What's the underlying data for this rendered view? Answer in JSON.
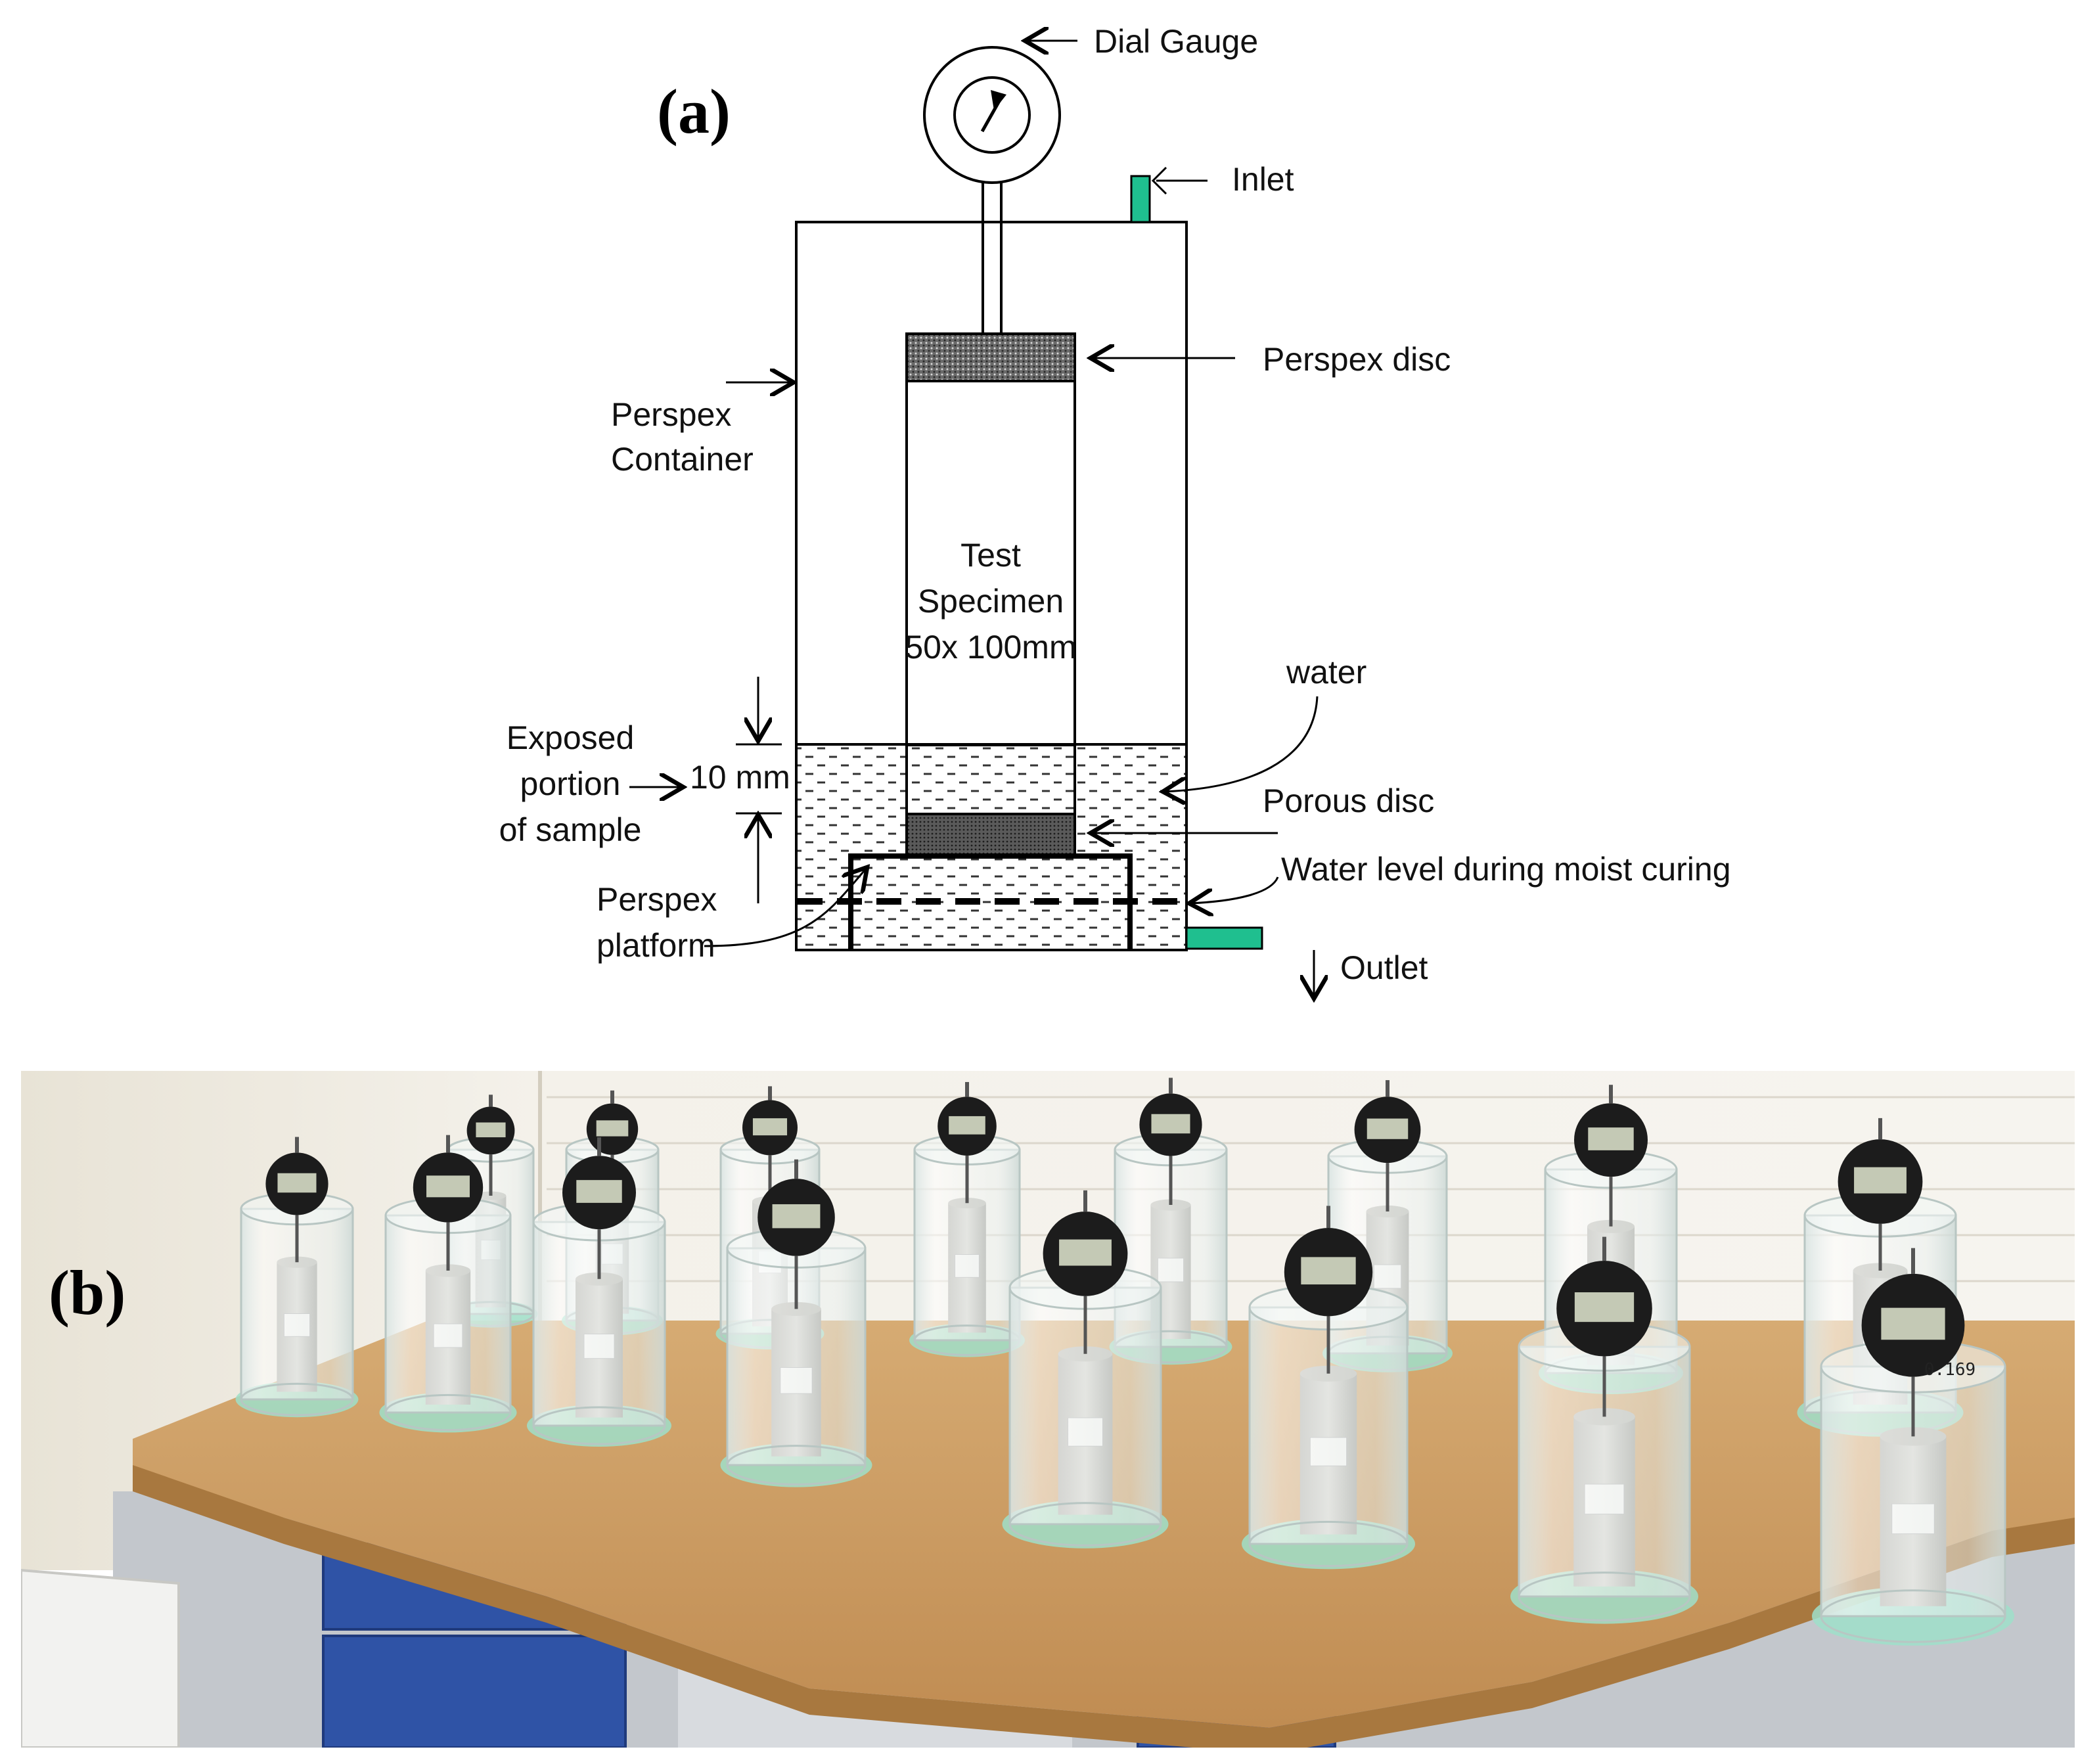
{
  "figure": {
    "panel_a_label": "(a)",
    "panel_b_label": "(b)"
  },
  "diagram": {
    "labels": {
      "dial_gauge": "Dial Gauge",
      "inlet": "Inlet",
      "perspex_disc": "Perspex disc",
      "perspex_container_line1": "Perspex",
      "perspex_container_line2": "Container",
      "test_specimen_line1": "Test",
      "test_specimen_line2": "Specimen",
      "test_specimen_line3": "50x 100mm",
      "water": "water",
      "exposed_line1": "Exposed",
      "exposed_line2": "portion",
      "exposed_line3": "of sample",
      "ten_mm": "10 mm",
      "porous_disc": "Porous disc",
      "water_level": "Water level during moist curing",
      "perspex_platform_line1": "Perspex",
      "perspex_platform_line2": "platform",
      "outlet": "Outlet"
    },
    "colors": {
      "inlet_outlet": "#1fbf8f",
      "line": "#000000",
      "perspex_disc_fill": "#555555",
      "porous_disc_fill": "#444444",
      "water_dash": "#333333"
    }
  },
  "photo": {
    "gauge_readings": [
      "0.169"
    ],
    "colors": {
      "wall": "#f1efe8",
      "bench_top": "#c99a62",
      "bench_edge": "#a8783f",
      "cabinet_frame": "#b9bdc4",
      "drawer": "#2f53a6",
      "water_base": "#9fdfc9",
      "cylinder": "#e8f0ef",
      "gauge_body": "#1c1c1c",
      "gauge_screen": "#c4c9b5"
    },
    "devices": [
      {
        "name": "device-1"
      },
      {
        "name": "device-2"
      },
      {
        "name": "device-3"
      },
      {
        "name": "device-4"
      },
      {
        "name": "device-5"
      },
      {
        "name": "device-6"
      },
      {
        "name": "device-7"
      },
      {
        "name": "device-8"
      },
      {
        "name": "device-9"
      },
      {
        "name": "device-10"
      },
      {
        "name": "device-11"
      },
      {
        "name": "device-12"
      },
      {
        "name": "device-13"
      },
      {
        "name": "device-14"
      },
      {
        "name": "device-15"
      },
      {
        "name": "device-16"
      },
      {
        "name": "device-17"
      },
      {
        "name": "device-18"
      }
    ]
  }
}
